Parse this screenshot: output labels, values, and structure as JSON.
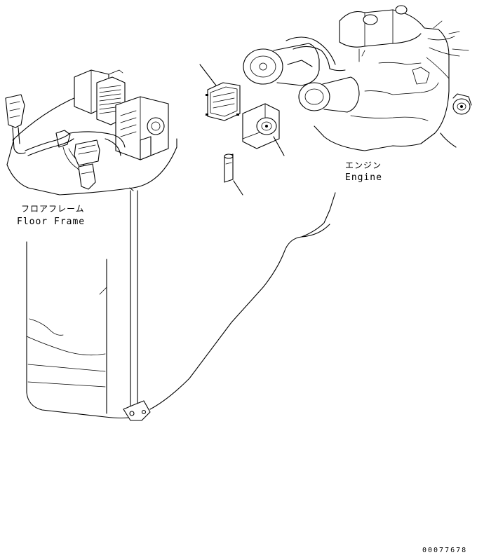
{
  "labels": {
    "floor_frame_jp": "フロアフレーム",
    "floor_frame_en": "Floor Frame",
    "engine_jp": "エンジン",
    "engine_en": "Engine",
    "drawing_number": "00077678"
  },
  "icons": {
    "floor_frame": "floor-frame-assembly-icon",
    "engine": "engine-assembly-icon",
    "condenser": "condenser-icon",
    "compressor": "compressor-icon",
    "receiver_drier": "receiver-drier-icon"
  }
}
